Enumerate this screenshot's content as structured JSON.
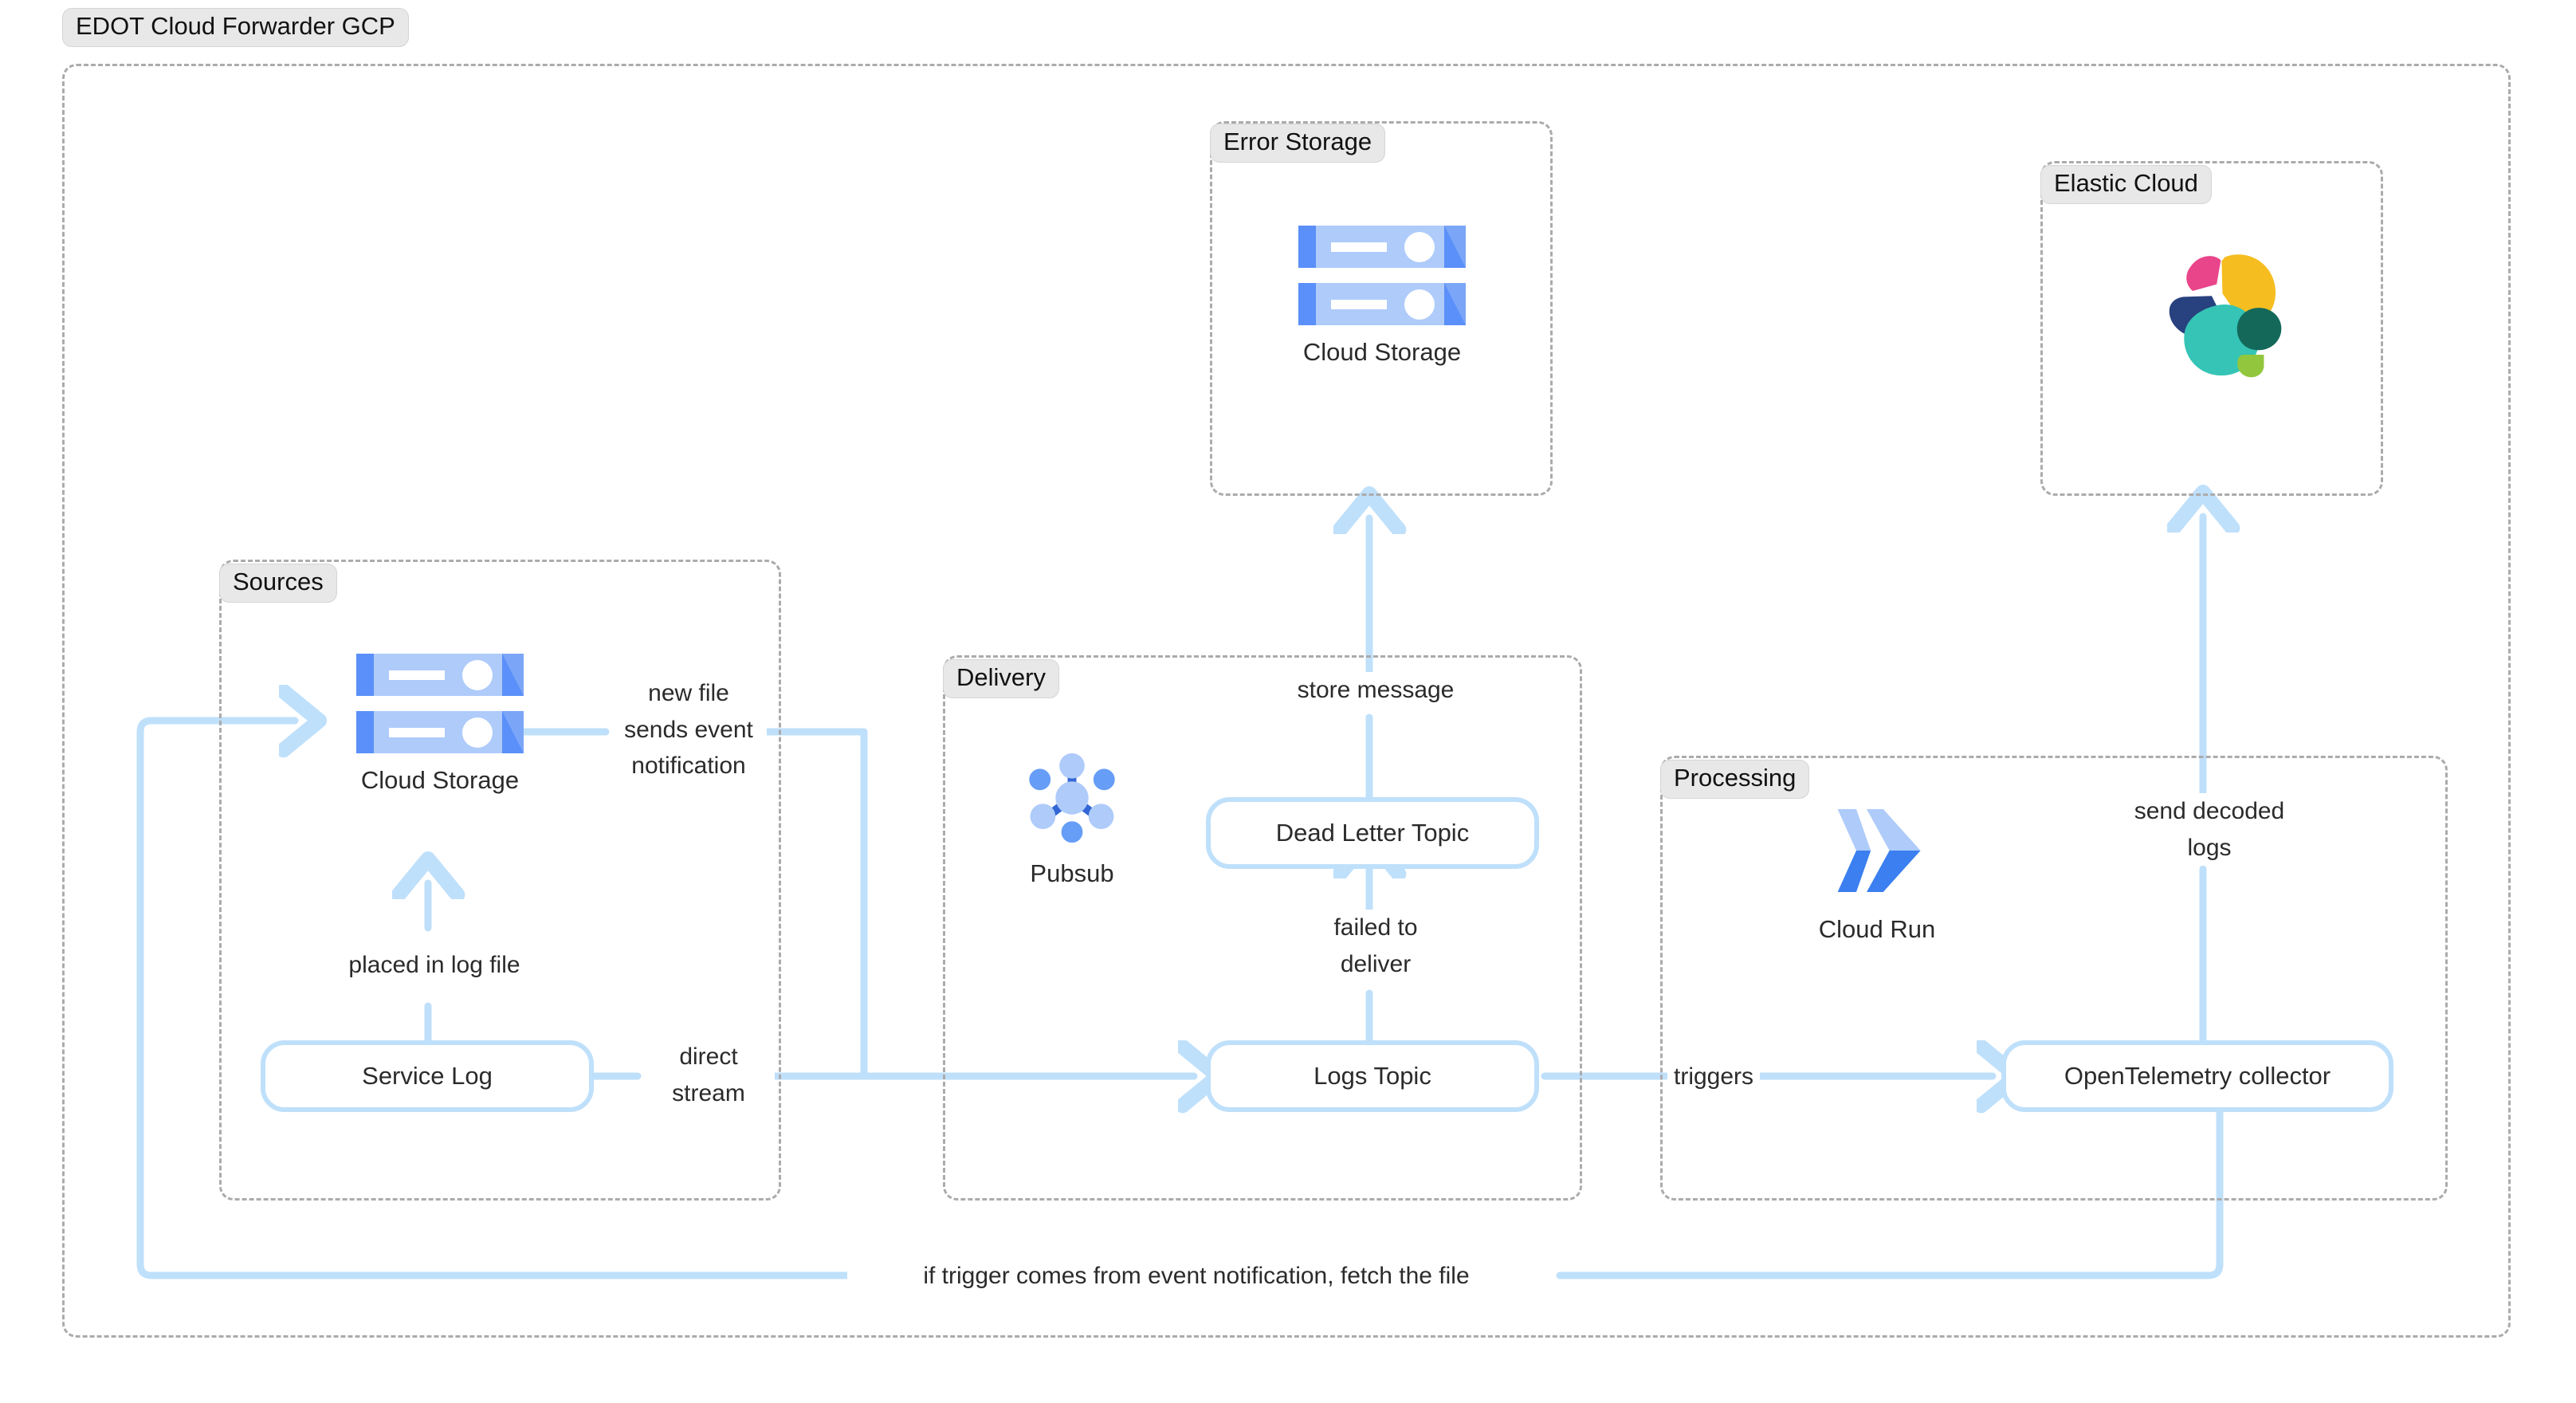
{
  "diagram": {
    "title": "EDOT Cloud Forwarder GCP",
    "accent_edge": "#bfe0fb",
    "group_border": "#ababab",
    "group_label_bg": "#e8e8e8",
    "text_color": "#2b2b2b"
  },
  "groups": [
    {
      "id": "root",
      "label": "EDOT Cloud Forwarder GCP"
    },
    {
      "id": "error",
      "label": "Error Storage"
    },
    {
      "id": "elastic",
      "label": "Elastic Cloud"
    },
    {
      "id": "sources",
      "label": "Sources"
    },
    {
      "id": "delivery",
      "label": "Delivery"
    },
    {
      "id": "processing",
      "label": "Processing"
    }
  ],
  "nodes": [
    {
      "id": "service_log",
      "label": "Service Log"
    },
    {
      "id": "logs_topic",
      "label": "Logs Topic"
    },
    {
      "id": "dead_letter",
      "label": "Dead Letter Topic"
    },
    {
      "id": "otel",
      "label": "OpenTelemetry collector"
    }
  ],
  "icons": [
    {
      "id": "error_storage_icon",
      "name": "cloud-storage-icon",
      "caption": "Cloud Storage"
    },
    {
      "id": "elastic_icon",
      "name": "elastic-logo-icon",
      "caption": ""
    },
    {
      "id": "sources_icon",
      "name": "cloud-storage-icon",
      "caption": "Cloud Storage"
    },
    {
      "id": "pubsub_icon",
      "name": "pubsub-icon",
      "caption": "Pubsub"
    },
    {
      "id": "cloudrun_icon",
      "name": "cloud-run-icon",
      "caption": "Cloud Run"
    }
  ],
  "edge_labels": {
    "new_file": "new file\nsends event\nnotification",
    "placed_in_log": "placed in log file",
    "direct_stream": "direct\nstream",
    "store_message": "store message",
    "failed_deliver": "failed to\ndeliver",
    "triggers": "triggers",
    "send_decoded": "send decoded\nlogs",
    "fetch_file": "if trigger comes from event notification, fetch the file"
  },
  "icon_colors": {
    "storage_body": "#aecbfa",
    "storage_dark": "#5b8ff9",
    "storage_white": "#ffffff",
    "pubsub_light": "#aecbfa",
    "pubsub_mid": "#669df6",
    "pubsub_dark": "#3367d6",
    "cloudrun_light": "#aecbfa",
    "cloudrun_dark": "#3b7ff0",
    "elastic_pink": "#e9458a",
    "elastic_yellow": "#f5bd20",
    "elastic_navy": "#28417f",
    "elastic_teal": "#35c4b5",
    "elastic_green": "#14685a",
    "elastic_lime": "#92c73d"
  }
}
